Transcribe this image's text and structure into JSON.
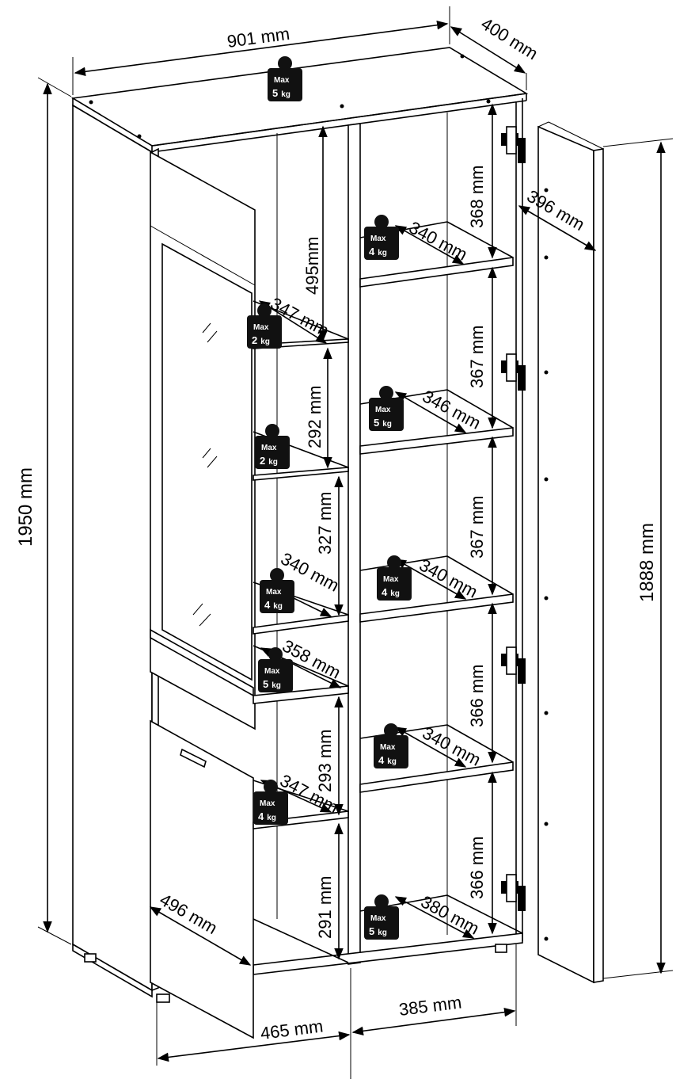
{
  "colors": {
    "line": "#000000",
    "background": "#ffffff",
    "weight_icon": "#111111"
  },
  "icons": {
    "weight": "weight-icon",
    "hinge": "hinge-icon",
    "glass_reflection": "glass-reflection-icon"
  },
  "dimensions": {
    "width_total": "901 mm",
    "depth_total": "400 mm",
    "height_total": "1950 mm",
    "door_height": "1888 mm",
    "door_width": "396 mm",
    "drawer_depth": "496 mm",
    "left_width": "465 mm",
    "right_width": "385 mm",
    "left_top_height": "495mm",
    "left_h2": "292 mm",
    "left_h3": "327 mm",
    "left_h4": "293 mm",
    "left_h5": "291 mm",
    "right_h1": "368 mm",
    "right_h2": "367 mm",
    "right_h3": "367 mm",
    "right_h4": "366 mm",
    "right_h5": "366 mm"
  },
  "shelf_depths": {
    "left_1": "347 mm",
    "left_3": "340 mm",
    "left_4": "358 mm",
    "left_5": "347 mm",
    "right_1": "340 mm",
    "right_2": "346 mm",
    "right_3": "340 mm",
    "right_4": "340 mm",
    "right_5": "380 mm"
  },
  "weights": [
    {
      "id": "top",
      "label": "Max",
      "value": "5",
      "unit": "kg"
    },
    {
      "id": "left-1",
      "label": "Max",
      "value": "2",
      "unit": "kg"
    },
    {
      "id": "left-2",
      "label": "Max",
      "value": "2",
      "unit": "kg"
    },
    {
      "id": "left-3",
      "label": "Max",
      "value": "4",
      "unit": "kg"
    },
    {
      "id": "left-4",
      "label": "Max",
      "value": "5",
      "unit": "kg"
    },
    {
      "id": "left-5",
      "label": "Max",
      "value": "4",
      "unit": "kg"
    },
    {
      "id": "right-1",
      "label": "Max",
      "value": "4",
      "unit": "kg"
    },
    {
      "id": "right-2",
      "label": "Max",
      "value": "5",
      "unit": "kg"
    },
    {
      "id": "right-3",
      "label": "Max",
      "value": "4",
      "unit": "kg"
    },
    {
      "id": "right-4",
      "label": "Max",
      "value": "4",
      "unit": "kg"
    },
    {
      "id": "right-5",
      "label": "Max",
      "value": "5",
      "unit": "kg"
    }
  ]
}
